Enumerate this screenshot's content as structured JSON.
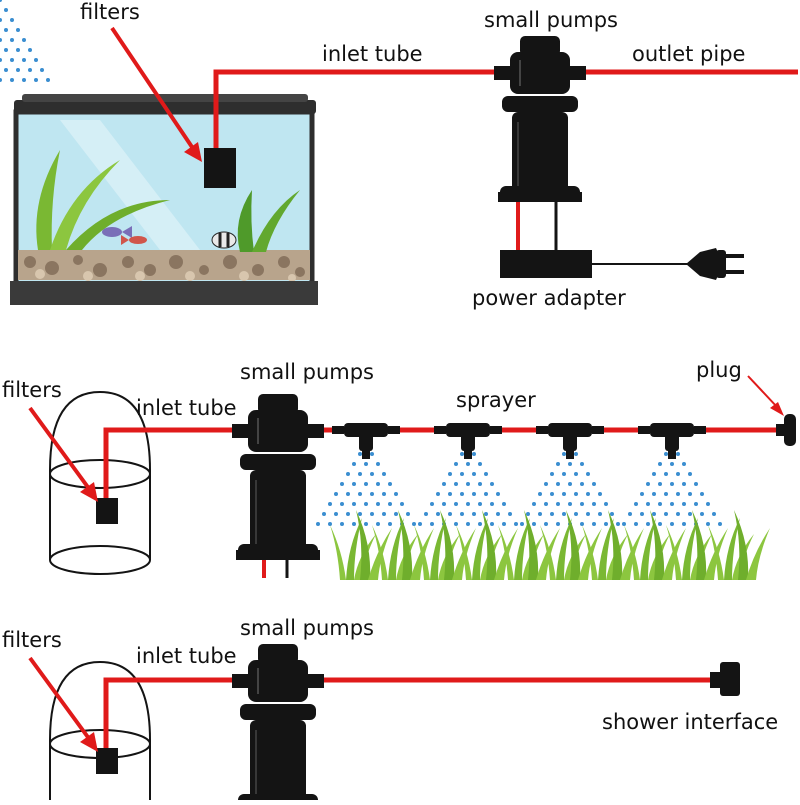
{
  "colors": {
    "tube": "#e01a1a",
    "pump": "#141414",
    "water": "#bfe6f1",
    "grass": "#8cc63f",
    "spray": "#3b8ed0",
    "arrow": "#e01a1a"
  },
  "panel1": {
    "filters": "filters",
    "inlet_tube": "inlet tube",
    "small_pumps": "small pumps",
    "outlet_pipe": "outlet pipe",
    "power_adapter": "power adapter"
  },
  "panel2": {
    "filters": "filters",
    "inlet_tube": "inlet tube",
    "small_pumps": "small pumps",
    "sprayer": "sprayer",
    "plug": "plug"
  },
  "panel3": {
    "filters": "filters",
    "inlet_tube": "inlet tube",
    "small_pumps": "small pumps",
    "shower_interface": "shower interface"
  }
}
